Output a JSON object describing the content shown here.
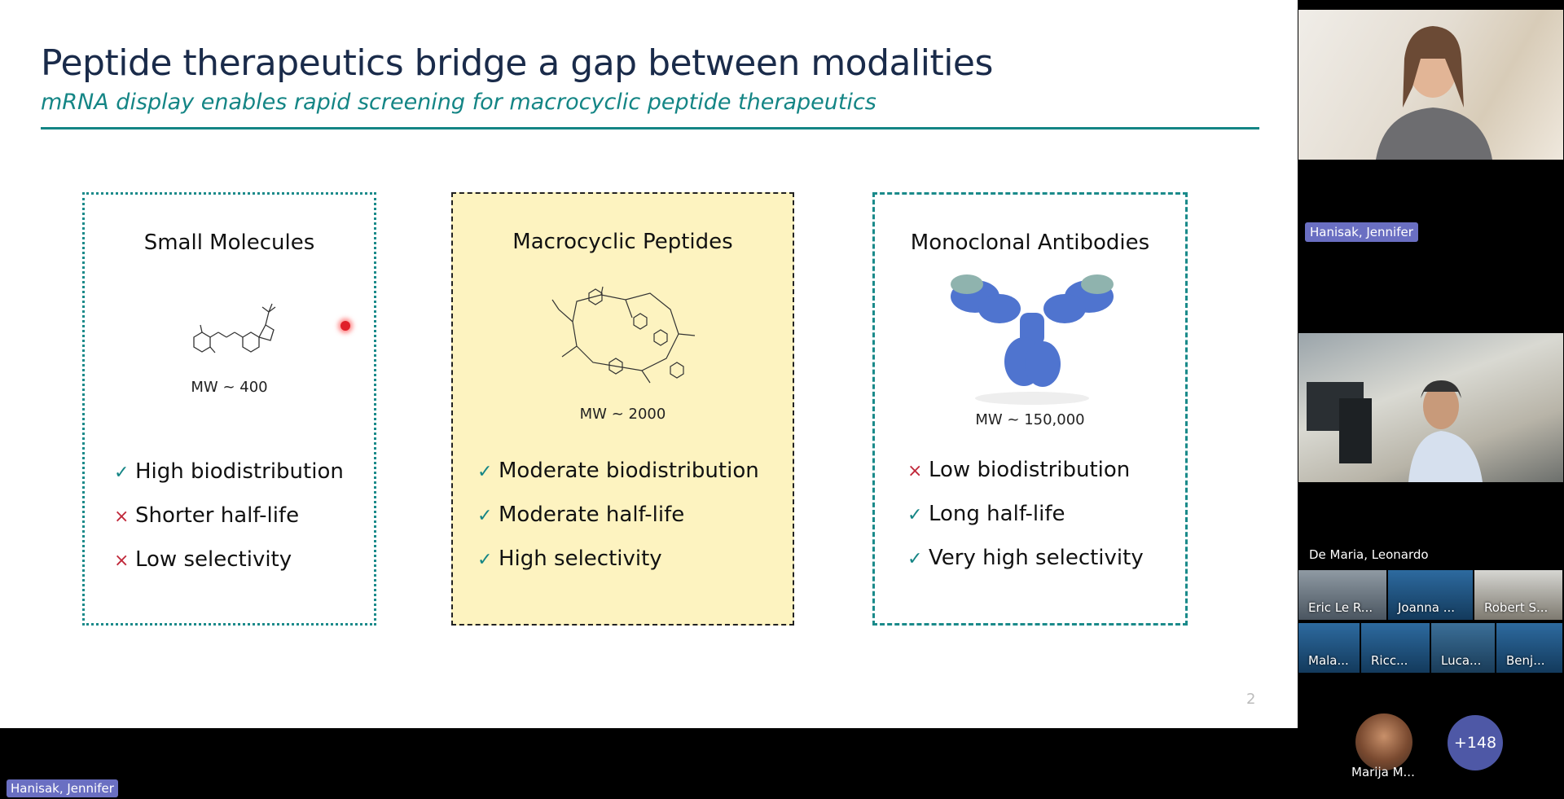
{
  "slide": {
    "title": "Peptide therapeutics bridge a gap between modalities",
    "subtitle": "mRNA display enables rapid screening for macrocyclic peptide therapeutics",
    "page_number": "2",
    "panels": [
      {
        "title": "Small Molecules",
        "mw": "MW ~ 400",
        "features": [
          {
            "mark": "✓",
            "status": "positive",
            "text": "High biodistribution"
          },
          {
            "mark": "×",
            "status": "negative",
            "text": "Shorter half-life"
          },
          {
            "mark": "×",
            "status": "negative",
            "text": "Low selectivity"
          }
        ]
      },
      {
        "title": "Macrocyclic Peptides",
        "mw": "MW ~ 2000",
        "features": [
          {
            "mark": "✓",
            "status": "positive",
            "text": "Moderate biodistribution"
          },
          {
            "mark": "✓",
            "status": "positive",
            "text": "Moderate half-life"
          },
          {
            "mark": "✓",
            "status": "positive",
            "text": "High selectivity"
          }
        ]
      },
      {
        "title": "Monoclonal Antibodies",
        "mw": "MW ~ 150,000",
        "features": [
          {
            "mark": "×",
            "status": "negative",
            "text": "Low biodistribution"
          },
          {
            "mark": "✓",
            "status": "positive",
            "text": "Long half-life"
          },
          {
            "mark": "✓",
            "status": "positive",
            "text": "Very high selectivity"
          }
        ]
      }
    ]
  },
  "presenter_label": "Hanisak, Jennifer",
  "participants": {
    "main": [
      {
        "name": "Hanisak, Jennifer"
      },
      {
        "name": "De Maria, Leonardo"
      }
    ],
    "thumbs_row1": [
      "Eric Le R...",
      "Joanna ...",
      "Robert S..."
    ],
    "thumbs_row2": [
      "Mala...",
      "Ricc...",
      "Luca...",
      "Benj..."
    ],
    "avatar_name": "Marija M...",
    "more_count": "+148"
  },
  "colors": {
    "accent": "#148585",
    "title": "#1a2b4a",
    "negative": "#c0283a",
    "highlight": "#fdf3c0",
    "name_tag": "#6a6fc2",
    "more_button": "#4e58a6"
  }
}
